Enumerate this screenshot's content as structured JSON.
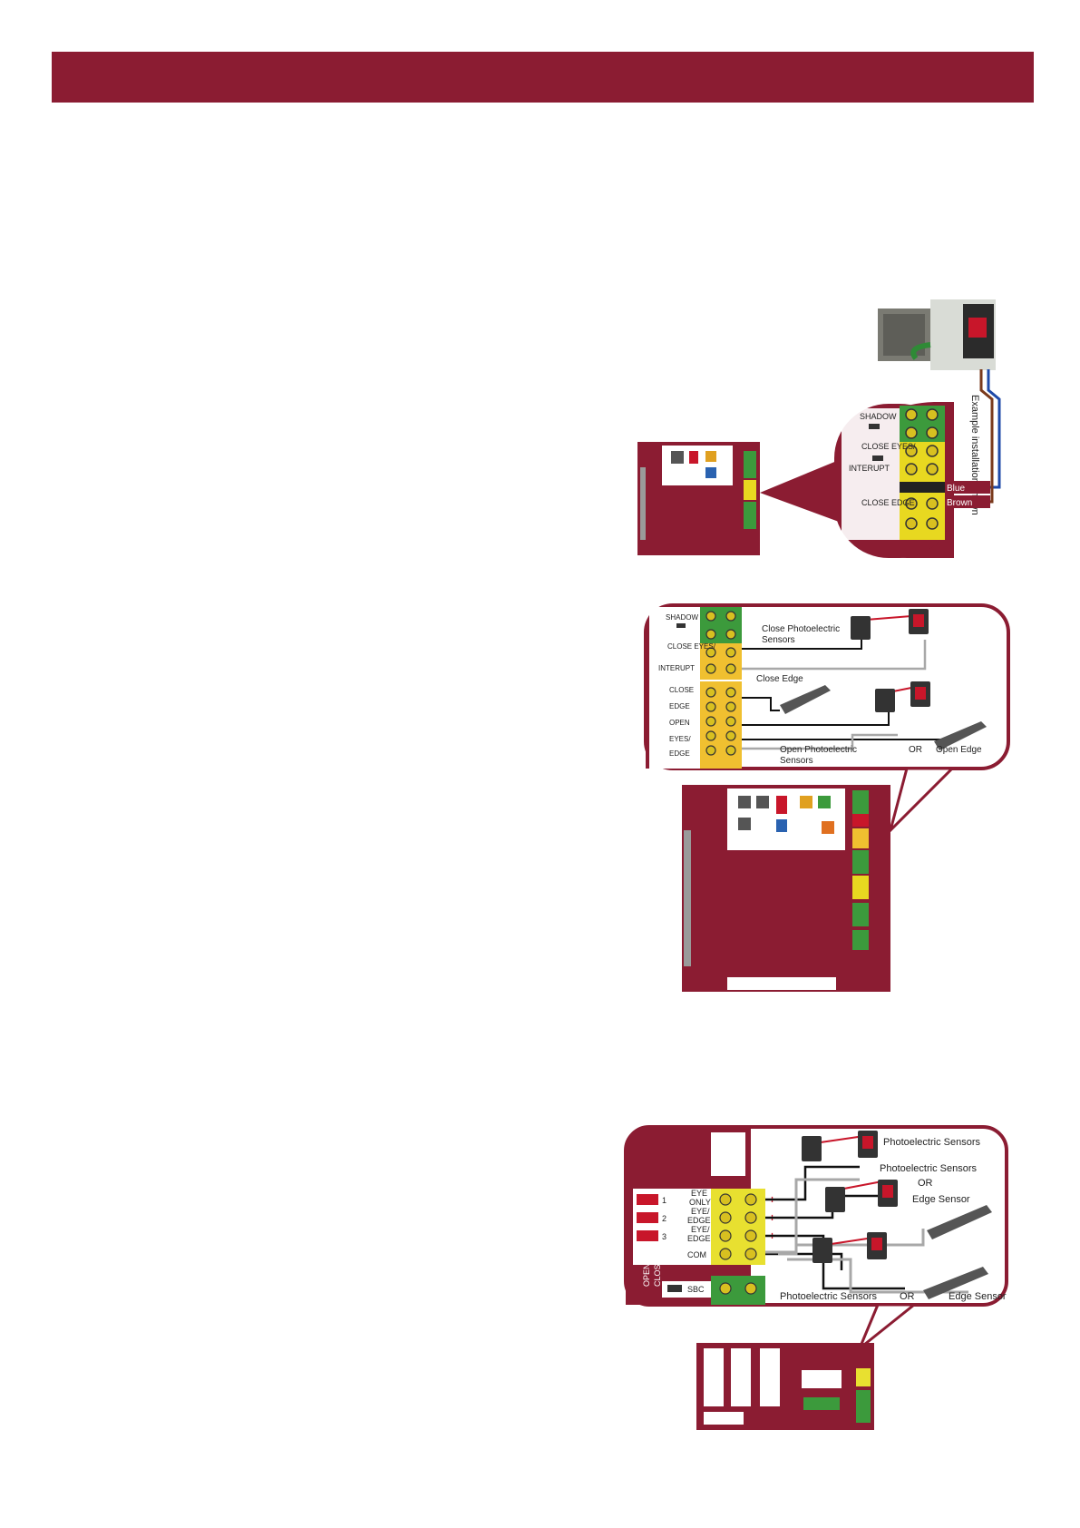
{
  "page": {
    "header_color": "#8b1c32",
    "board_color": "#8b1c32"
  },
  "fig1": {
    "caption_vertical": "Example installation shown",
    "terminals": {
      "shadow": "SHADOW",
      "close_eyes": "CLOSE EYES/",
      "interupt": "INTERUPT",
      "close_edge": "CLOSE EDGE"
    },
    "wires": {
      "blue": "Blue",
      "brown": "Brown"
    }
  },
  "fig2": {
    "terminals": {
      "shadow": "SHADOW",
      "close_eyes": "CLOSE EYES/",
      "interupt": "INTERUPT",
      "close_edge_1": "CLOSE",
      "close_edge_2": "EDGE",
      "open_eyes_1": "OPEN",
      "open_eyes_2": "EYES/",
      "open_eyes_3": "EDGE"
    },
    "labels": {
      "close_photo_1": "Close Photoelectric",
      "close_photo_2": "Sensors",
      "close_edge": "Close Edge",
      "open_photo_1": "Open Photoelectric",
      "open_photo_2": "Sensors",
      "or": "OR",
      "open_edge": "Open Edge"
    }
  },
  "fig3": {
    "terminals": {
      "eye_only_1": "EYE",
      "eye_only_2": "ONLY",
      "eye_edge_1": "EYE/",
      "eye_edge_2": "EDGE",
      "eye_edge3_1": "EYE/",
      "eye_edge3_2": "EDGE",
      "com": "COM",
      "open": "OPEN",
      "close": "CLOSE",
      "sbc": "SBC",
      "n1": "1",
      "n2": "2",
      "n3": "3"
    },
    "labels": {
      "photo_top": "Photoelectric Sensors",
      "photo_mid": "Photoelectric Sensors",
      "or_mid": "OR",
      "edge_mid": "Edge Sensor",
      "photo_bottom": "Photoelectric Sensors",
      "or_bottom": "OR",
      "edge_bottom": "Edge Sensor"
    }
  }
}
